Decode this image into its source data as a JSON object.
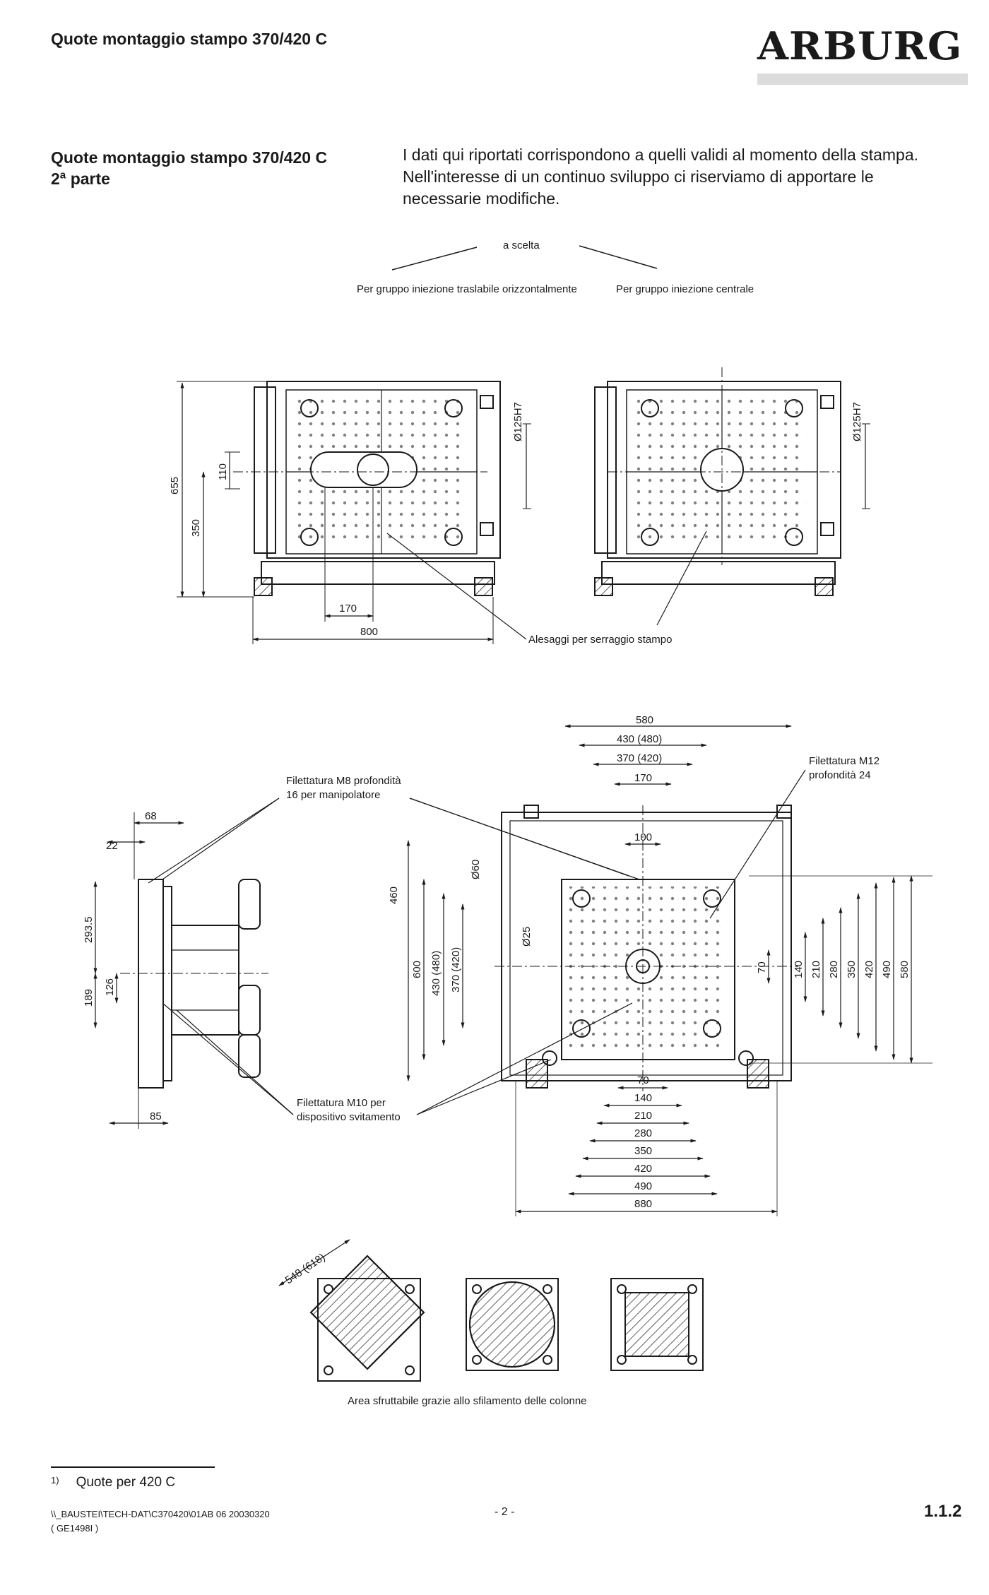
{
  "header": {
    "title": "Quote montaggio stampo 370/420 C",
    "logo": "ARBURG"
  },
  "section": {
    "title_line1": "Quote montaggio stampo 370/420 C",
    "title_line2": "2ª parte",
    "intro": "I dati qui riportati corrispondono a quelli validi al momento della stampa. Nell'interesse di un continuo sviluppo ci riserviamo di apportare le necessarie modifiche."
  },
  "top_drawing": {
    "choice_label": "a scelta",
    "left_caption": "Per gruppo iniezione traslabile orizzontalmente",
    "right_caption": "Per gruppo iniezione centrale",
    "dim_655": "655",
    "dim_350": "350",
    "dim_110": "110",
    "dim_170": "170",
    "dim_800": "800",
    "bore_left": "Ø125H7",
    "bore_right": "Ø125H7",
    "clamp_holes": "Alesaggi per serraggio stampo"
  },
  "middle_drawing": {
    "thread_m8_line1": "Filettatura M8 profondità",
    "thread_m8_line2": "16 per manipolatore",
    "thread_m12_line1": "Filettatura M12",
    "thread_m12_line2": "profondità 24",
    "thread_m10_line1": "Filettatura M10 per",
    "thread_m10_line2": "dispositivo svitamento",
    "side_dims": {
      "d68": "68",
      "d22": "22",
      "d293": "293.5",
      "d189": "189",
      "d126": "126",
      "d85": "85"
    },
    "top_dims": {
      "d580": "580",
      "d430": "430 (480)",
      "d370": "370 (420)",
      "d170": "170",
      "d100": "100"
    },
    "left_dims": {
      "d460": "460",
      "d600": "600",
      "d430": "430 (480)",
      "d370": "370 (420)",
      "phi60": "Ø60",
      "phi25": "Ø25"
    },
    "right_dims": [
      "70",
      "140",
      "210",
      "280",
      "350",
      "420",
      "490",
      "580"
    ],
    "bottom_dims": [
      "70",
      "140",
      "210",
      "280",
      "350",
      "420",
      "490",
      "880"
    ]
  },
  "bottom_drawing": {
    "diag_dim": "548 (618)",
    "caption": "Area sfruttabile grazie allo sfilamento delle colonne"
  },
  "footer": {
    "footnote_mark": "1)",
    "footnote_text": "Quote per 420 C",
    "path_line1": "\\\\_BAUSTEI\\TECH-DAT\\C370420\\01AB  06  20030320",
    "path_line2": "( GE1498I )",
    "page": "- 2 -",
    "section_number": "1.1.2"
  }
}
